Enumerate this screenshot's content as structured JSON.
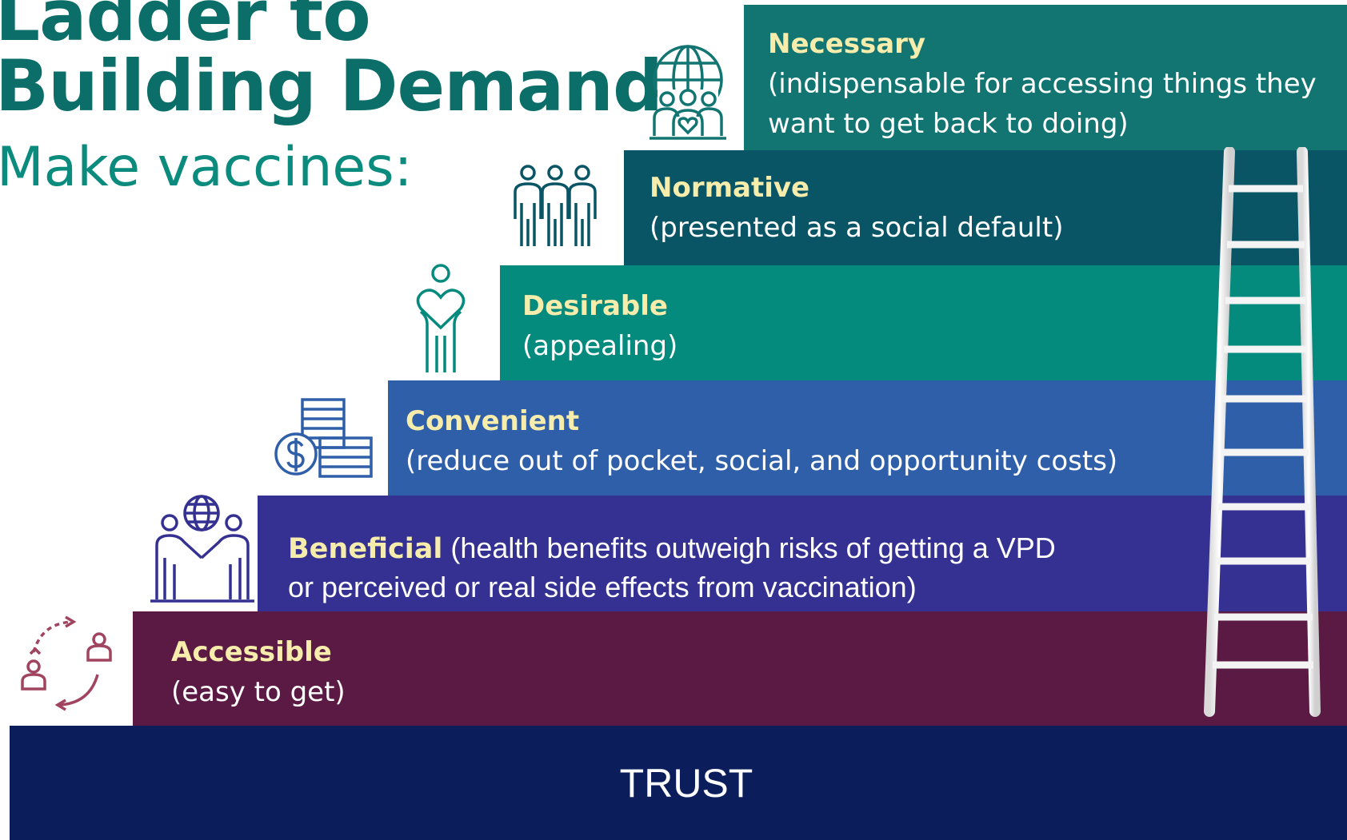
{
  "title": {
    "line1": "Ladder to",
    "line2": "Building Demand",
    "subtitle": "Make vaccines:"
  },
  "steps": [
    {
      "key": "necessary",
      "head": "Necessary",
      "desc_line1": "(indispensable for accessing things they",
      "desc_line2": "want to get back to doing)",
      "color": "#127571",
      "icon": "globe-community-icon"
    },
    {
      "key": "normative",
      "head": "Normative",
      "desc_line1": "(presented as a social default)",
      "color": "#095565",
      "icon": "group-of-people-icon"
    },
    {
      "key": "desirable",
      "head": "Desirable",
      "desc_line1": "(appealing)",
      "color": "#058a7e",
      "icon": "person-holding-heart-icon"
    },
    {
      "key": "convenient",
      "head": "Convenient",
      "desc_line1": "(reduce out of pocket, social, and opportunity costs)",
      "color": "#2f5fa9",
      "icon": "coins-dollar-icon"
    },
    {
      "key": "beneficial",
      "head": "Beneficial",
      "desc_line1": " (health benefits outweigh risks of getting a VPD",
      "desc_line2": "or perceived or real side effects from vaccination)",
      "color": "#343192",
      "icon": "handshake-globe-icon"
    },
    {
      "key": "accessible",
      "head": "Accessible",
      "desc_line1": "(easy to get)",
      "color": "#5a1a44",
      "icon": "people-exchange-icon"
    }
  ],
  "base": {
    "label": "TRUST",
    "color": "#0b1e5b"
  },
  "ladder_icon": "ladder-icon"
}
